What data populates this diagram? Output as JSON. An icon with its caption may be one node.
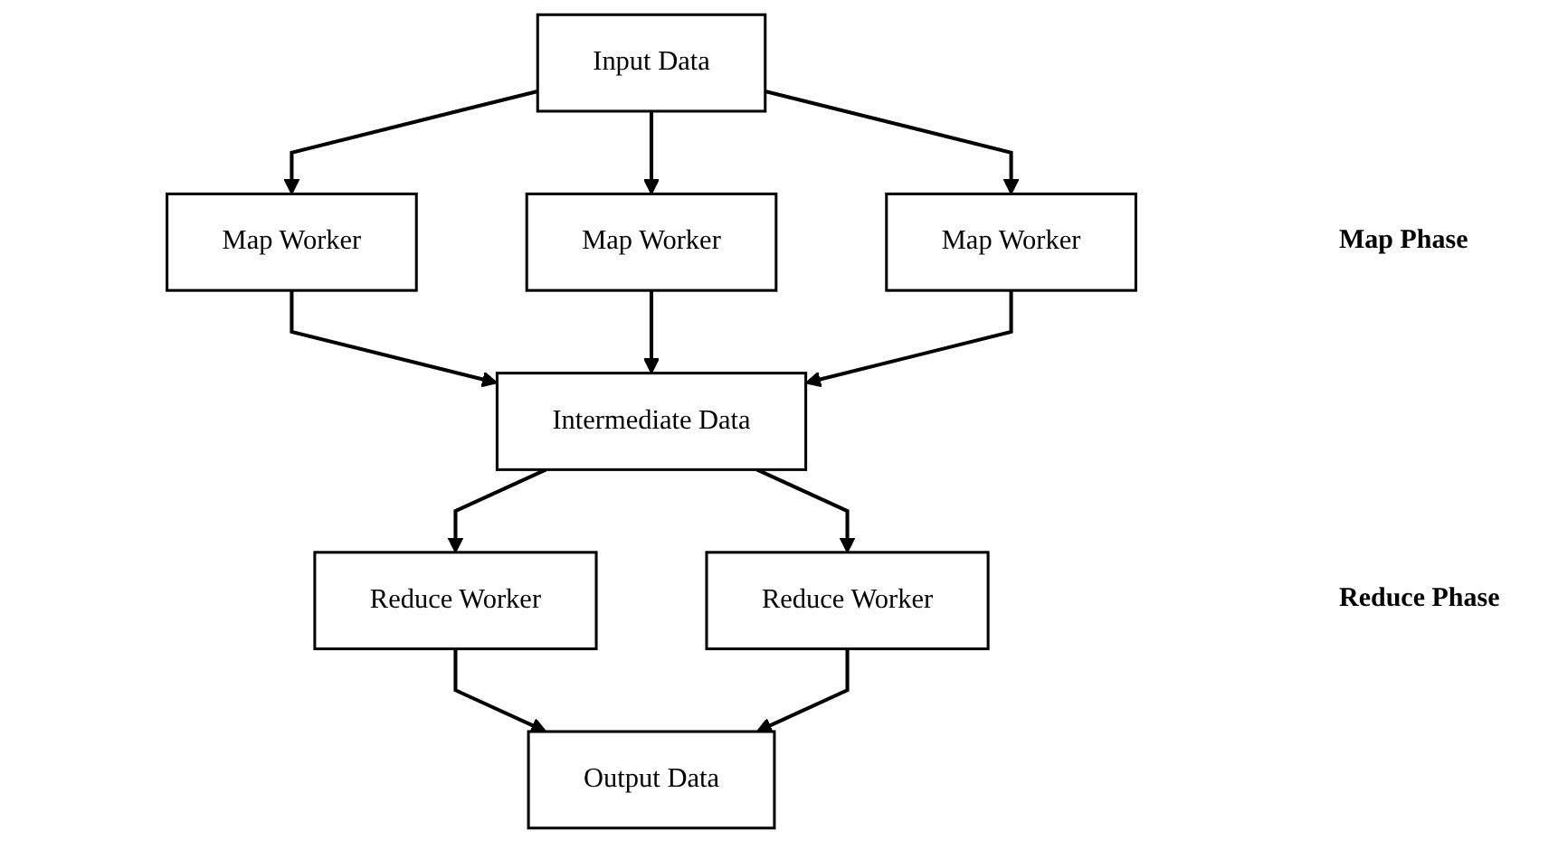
{
  "diagram": {
    "nodes": [
      {
        "text": [
          "Input Data"
        ]
      },
      {
        "text": [
          "Map Worker"
        ]
      },
      {
        "text": [
          "Map Worker"
        ]
      },
      {
        "text": [
          "Map Worker"
        ]
      },
      {
        "text": [
          "Intermediate Data"
        ]
      },
      {
        "text": [
          "Reduce Worker"
        ]
      },
      {
        "text": [
          "Reduce Worker"
        ]
      },
      {
        "text": [
          "Output Data"
        ]
      }
    ],
    "edges": [
      {
        "from": 0,
        "to": 1,
        "arrow": "to"
      },
      {
        "from": 0,
        "to": 2,
        "arrow": "to"
      },
      {
        "from": 0,
        "to": 3,
        "arrow": "to"
      },
      {
        "from": 1,
        "to": 4,
        "arrow": "to"
      },
      {
        "from": 2,
        "to": 4,
        "arrow": "to"
      },
      {
        "from": 3,
        "to": 4,
        "arrow": "to"
      },
      {
        "from": 4,
        "to": 5,
        "arrow": "to"
      },
      {
        "from": 4,
        "to": 6,
        "arrow": "to"
      },
      {
        "from": 5,
        "to": 7,
        "arrow": "to"
      },
      {
        "from": 6,
        "to": 7,
        "arrow": "to"
      }
    ],
    "labels": [
      "Map Phase",
      "Reduce Phase"
    ]
  }
}
